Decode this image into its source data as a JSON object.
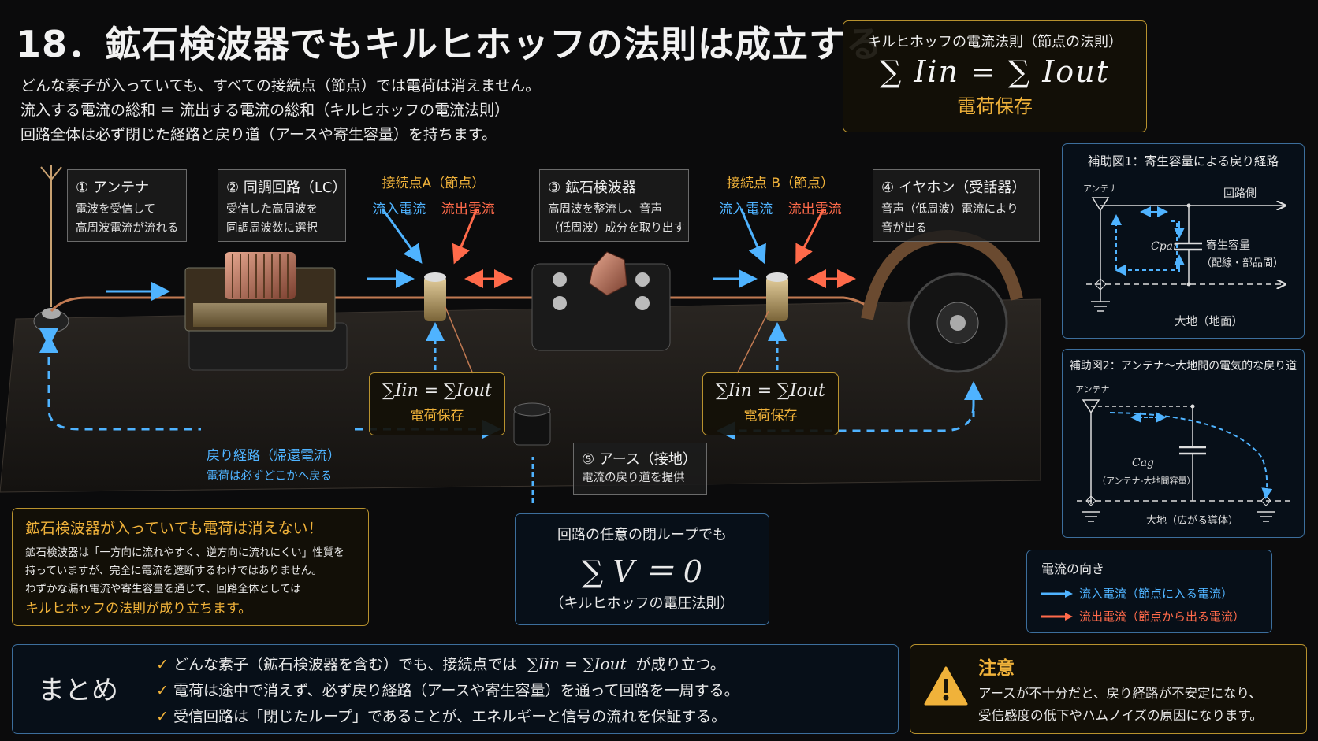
{
  "title": "18．鉱石検波器でもキルヒホッフの法則は成立する",
  "intro": [
    "どんな素子が入っていても、すべての接続点（節点）では電荷は消えません。",
    "流入する電流の総和 ＝ 流出する電流の総和（キルヒホッフの電流法則）",
    "回路全体は必ず閉じた経路と戻り道（アースや寄生容量）を持ちます。"
  ],
  "kcl_box": {
    "heading": "キルヒホッフの電流法則（節点の法則）",
    "formula": "∑ Iin = ∑ Iout",
    "note": "電荷保存"
  },
  "components": {
    "antenna": {
      "title": "① アンテナ",
      "lines": [
        "電波を受信して",
        "高周波電流が流れる"
      ]
    },
    "tuning": {
      "title": "② 同調回路（LC）",
      "lines": [
        "受信した高周波を",
        "同調周波数に選択"
      ]
    },
    "detector": {
      "title": "③ 鉱石検波器",
      "lines": [
        "高周波を整流し、音声",
        "（低周波）成分を取り出す"
      ]
    },
    "earphone": {
      "title": "④ イヤホン（受話器）",
      "lines": [
        "音声（低周波）電流により",
        "音が出る"
      ]
    },
    "earth": {
      "title": "⑤ アース（接地）",
      "lines": [
        "電流の戻り道を提供"
      ]
    }
  },
  "node_a": {
    "title": "接続点A（節点）",
    "in": "流入電流",
    "out": "流出電流",
    "formula": "∑Iin = ∑Iout",
    "note": "電荷保存"
  },
  "node_b": {
    "title": "接続点 B（節点）",
    "in": "流入電流",
    "out": "流出電流",
    "formula": "∑Iin = ∑Iout",
    "note": "電荷保存"
  },
  "return_path": {
    "title": "戻り経路（帰還電流）",
    "sub": "電荷は必ずどこかへ戻る"
  },
  "detector_note": {
    "heading": "鉱石検波器が入っていても電荷は消えない！",
    "lines": [
      "鉱石検波器は「一方向に流れやすく、逆方向に流れにくい」性質を",
      "持っていますが、完全に電流を遮断するわけではありません。",
      "わずかな漏れ電流や寄生容量を通じて、回路全体としては"
    ],
    "highlight": "キルヒホッフの法則が成り立ちます。"
  },
  "kvl_box": {
    "heading": "回路の任意の閉ループでも",
    "formula": "∑ V ＝ 0",
    "note": "（キルヒホッフの電圧法則）"
  },
  "aux1": {
    "title": "補助図1：寄生容量による戻り経路",
    "antenna": "アンテナ",
    "circuit": "回路側",
    "cap_symbol": "Cpar",
    "cap_label": "寄生容量",
    "cap_sub": "（配線・部品間）",
    "ground": "大地（地面）"
  },
  "aux2": {
    "title": "補助図2：アンテナ〜大地間の電気的な戻り道",
    "antenna": "アンテナ",
    "cap_symbol": "Cag",
    "cap_sub": "（アンテナ-大地間容量）",
    "ground": "大地（広がる導体）"
  },
  "legend": {
    "title": "電流の向き",
    "in": "流入電流（節点に入る電流）",
    "out": "流出電流（節点から出る電流）"
  },
  "summary": {
    "label": "まとめ",
    "items": [
      {
        "before": "どんな素子（鉱石検波器を含む）でも、接続点では",
        "formula": "∑Iin = ∑Iout",
        "after": "が成り立つ。"
      },
      {
        "text": "電荷は途中で消えず、必ず戻り経路（アースや寄生容量）を通って回路を一周する。"
      },
      {
        "text": "受信回路は「閉じたループ」であることが、エネルギーと信号の流れを保証する。"
      }
    ]
  },
  "caution": {
    "title": "注意",
    "lines": [
      "アースが不十分だと、戻り経路が不安定になり、",
      "受信感度の低下やハムノイズの原因になります。"
    ]
  },
  "colors": {
    "accent": "#f0b23a",
    "in": "#4fb3ff",
    "out": "#ff6a4a",
    "blue_border": "#3c6e9c"
  }
}
